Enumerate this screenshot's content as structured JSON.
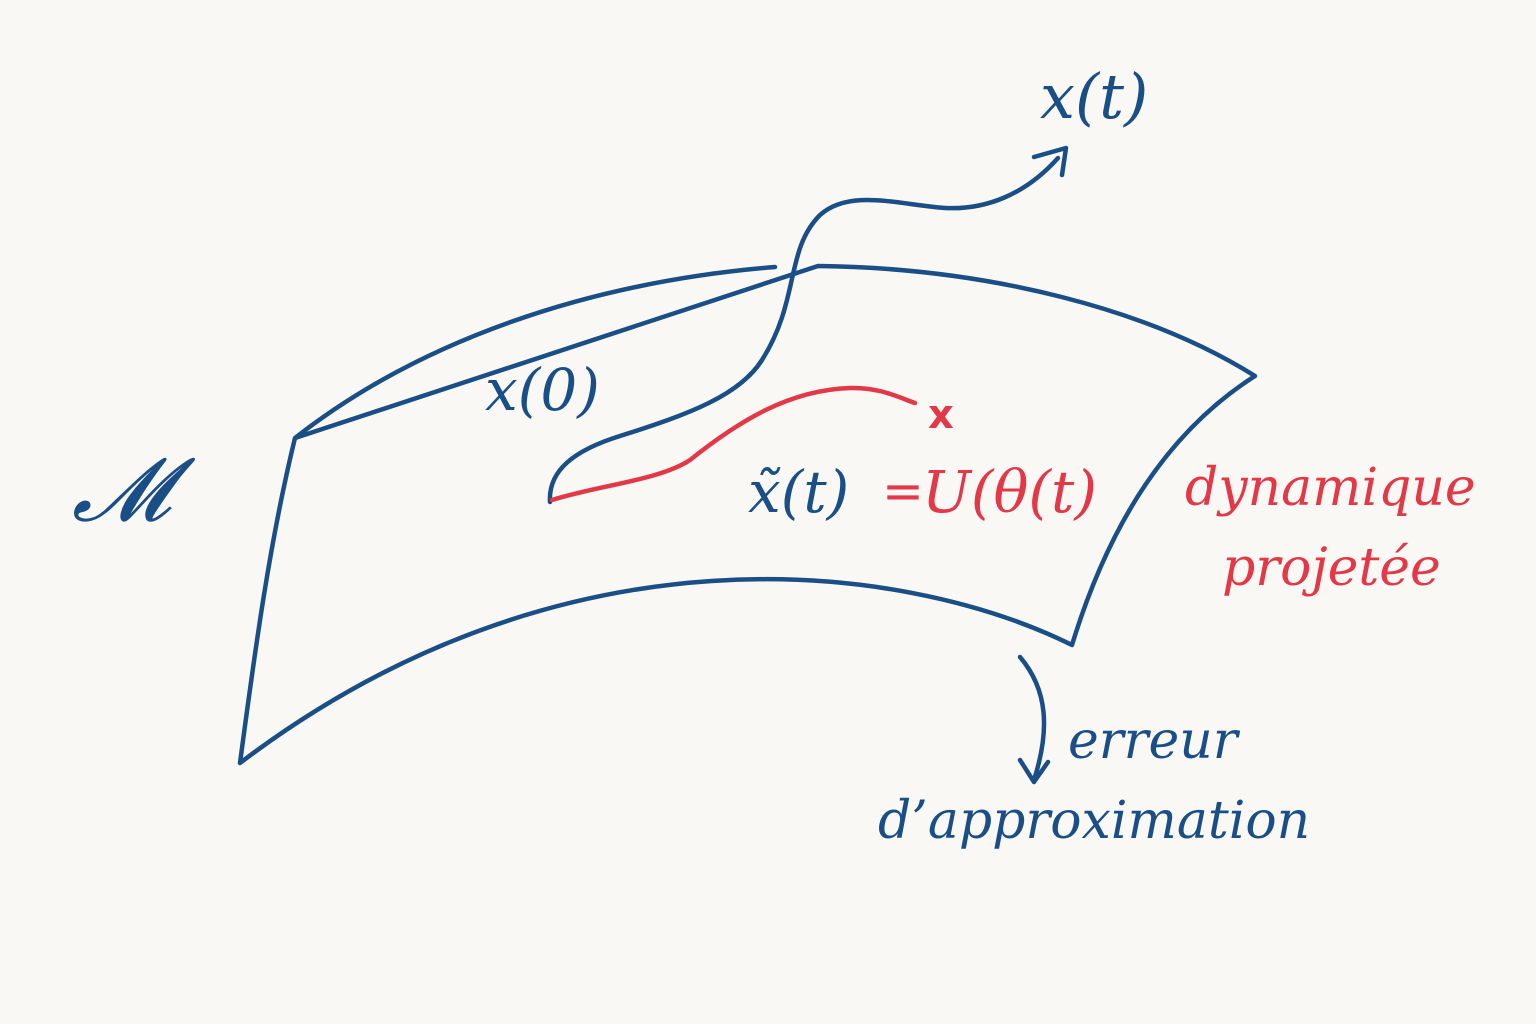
{
  "colors": {
    "background": "#faf8f5",
    "blue": "#1a4e86",
    "red": "#e23847"
  },
  "labels": {
    "manifold": "𝓜",
    "x0": "x(0)",
    "xt": "x(t)",
    "x_tilde_lhs": "x̃(t)",
    "equals": "=",
    "x_tilde_rhs": "U(θ(t)",
    "red_marker": "x",
    "projected_line1": "dynamique",
    "projected_line2": "projetée",
    "error_line1": "erreur",
    "error_line2": "d’approximation"
  }
}
